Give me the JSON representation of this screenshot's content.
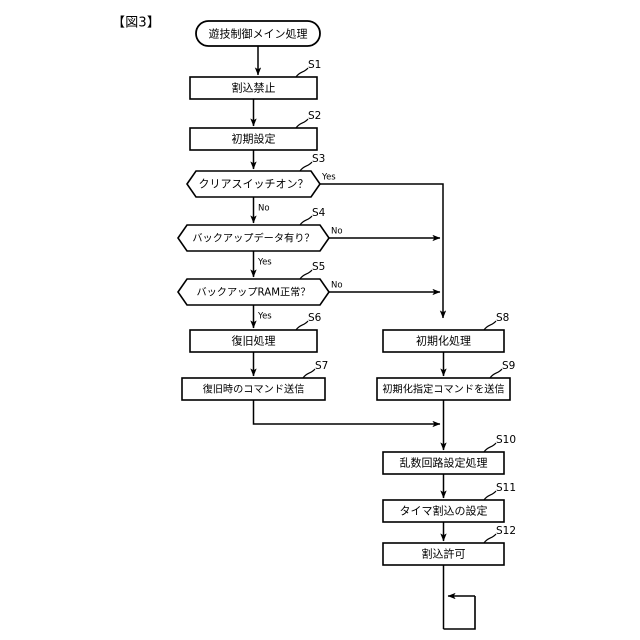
{
  "figure": {
    "title": "【図3】",
    "type": "flowchart"
  },
  "nodes": {
    "start": {
      "label": "遊技制御メイン処理",
      "shape": "stadium"
    },
    "s1": {
      "step": "S1",
      "label": "割込禁止",
      "shape": "process"
    },
    "s2": {
      "step": "S2",
      "label": "初期設定",
      "shape": "process"
    },
    "s3": {
      "step": "S3",
      "label": "クリアスイッチオン？",
      "shape": "decision"
    },
    "s4": {
      "step": "S4",
      "label": "バックアップデータ有り？",
      "shape": "decision"
    },
    "s5": {
      "step": "S5",
      "label": "バックアップRAM正常？",
      "shape": "decision"
    },
    "s6": {
      "step": "S6",
      "label": "復旧処理",
      "shape": "process"
    },
    "s7": {
      "step": "S7",
      "label": "復旧時のコマンド送信",
      "shape": "process"
    },
    "s8": {
      "step": "S8",
      "label": "初期化処理",
      "shape": "process"
    },
    "s9": {
      "step": "S9",
      "label": "初期化指定コマンドを送信",
      "shape": "process"
    },
    "s10": {
      "step": "S10",
      "label": "乱数回路設定処理",
      "shape": "process"
    },
    "s11": {
      "step": "S11",
      "label": "タイマ割込の設定",
      "shape": "process"
    },
    "s12": {
      "step": "S12",
      "label": "割込許可",
      "shape": "process"
    }
  },
  "branches": {
    "s3_yes": "Yes",
    "s3_no": "No",
    "s4_no": "No",
    "s4_yes": "Yes",
    "s5_no": "No",
    "s5_yes": "Yes"
  },
  "colors": {
    "stroke": "#000000",
    "fill": "#ffffff",
    "background": "#ffffff"
  }
}
